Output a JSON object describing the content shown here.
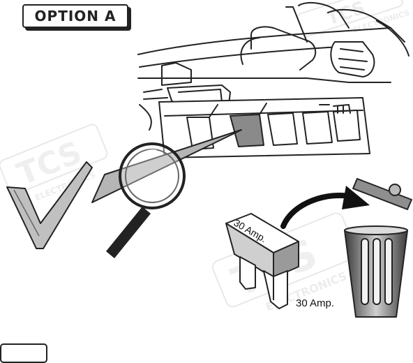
{
  "header": {
    "option_label": "OPTION A"
  },
  "fuse": {
    "body_label": "30 Amp.",
    "caption": "30 Amp."
  },
  "watermark": {
    "logo_text": "TCS",
    "sub_text": "ELECTRONICS"
  },
  "icons": {
    "check": "checkmark-icon",
    "magnifier": "magnifying-glass-icon",
    "trash": "trash-can-icon",
    "arrow": "curved-arrow-icon"
  }
}
